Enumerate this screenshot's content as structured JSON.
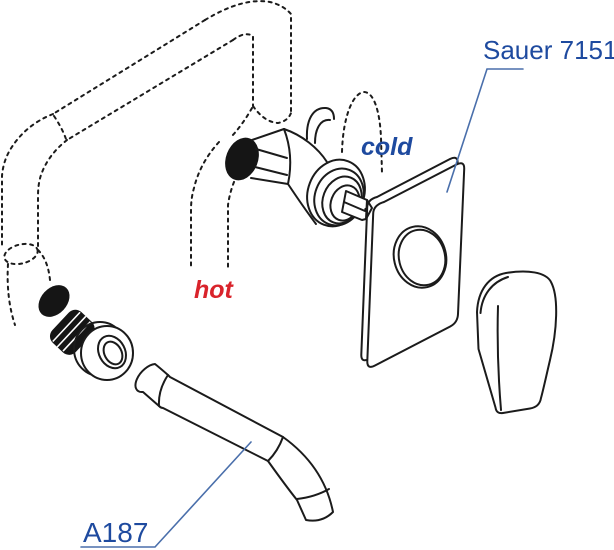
{
  "diagram": {
    "labels": {
      "model": {
        "text": "Sauer 7151",
        "color": "#1e4a9f"
      },
      "cold": {
        "text": "cold",
        "color": "#1e4a9f"
      },
      "hot": {
        "text": "hot",
        "color": "#d9232b"
      },
      "spout": {
        "text": "A187",
        "color": "#1e4a9f"
      }
    },
    "colors": {
      "line_art": "#1b1b1b",
      "leader_line": "#4a6fab",
      "background": "#ffffff"
    }
  }
}
